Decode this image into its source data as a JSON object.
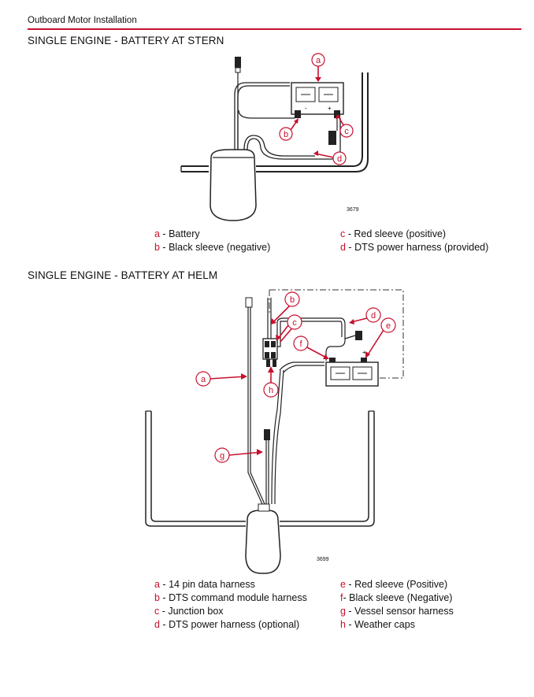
{
  "header": {
    "title": "Outboard Motor Installation"
  },
  "colors": {
    "accent": "#c8102e"
  },
  "section1": {
    "title": "SINGLE ENGINE - BATTERY AT STERN",
    "figure_number": "3679",
    "callouts": [
      "a",
      "b",
      "c",
      "d"
    ],
    "legend_left": [
      {
        "key": "a",
        "sep": " - ",
        "text": "Battery"
      },
      {
        "key": "b",
        "sep": " - ",
        "text": "Black sleeve (negative)"
      }
    ],
    "legend_right": [
      {
        "key": "c",
        "sep": " - ",
        "text": "Red sleeve (positive)"
      },
      {
        "key": "d",
        "sep": " - ",
        "text": "DTS power harness (provided)"
      }
    ]
  },
  "section2": {
    "title": "SINGLE ENGINE - BATTERY AT HELM",
    "figure_number": "3699",
    "callouts": [
      "a",
      "b",
      "c",
      "d",
      "e",
      "f",
      "g",
      "h"
    ],
    "legend_left": [
      {
        "key": "a",
        "sep": " - ",
        "text": "14 pin data harness"
      },
      {
        "key": "b",
        "sep": " - ",
        "text": "DTS command module harness"
      },
      {
        "key": "c",
        "sep": " - ",
        "text": "Junction box"
      },
      {
        "key": "d",
        "sep": " - ",
        "text": "DTS power harness (optional)"
      }
    ],
    "legend_right": [
      {
        "key": "e",
        "sep": " - ",
        "text": "Red sleeve (Positive)"
      },
      {
        "key": "f",
        "sep": "- ",
        "text": "Black sleeve (Negative)"
      },
      {
        "key": "g",
        "sep": " - ",
        "text": "Vessel sensor harness"
      },
      {
        "key": "h",
        "sep": " - ",
        "text": "Weather caps"
      }
    ]
  }
}
